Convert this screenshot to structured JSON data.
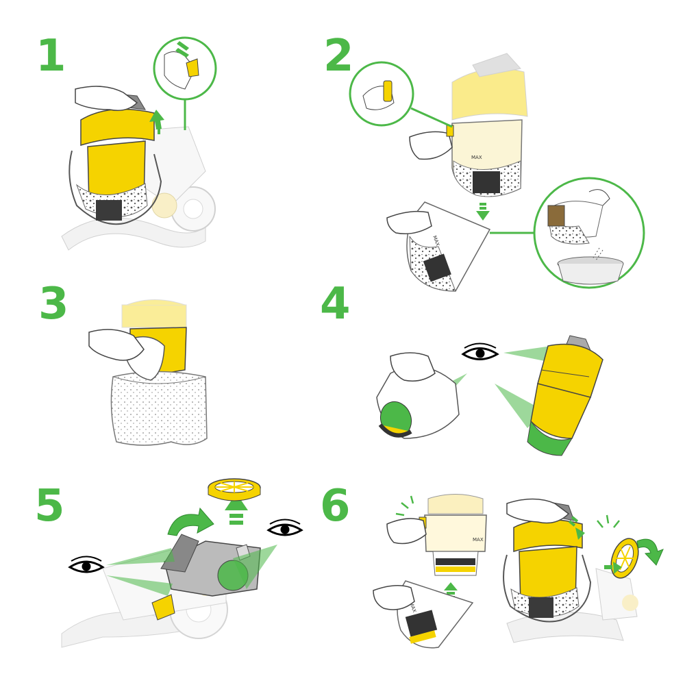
{
  "colors": {
    "accent_green": "#4cb848",
    "machine_yellow": "#f5d300",
    "machine_yellow_dark": "#d9a600",
    "pale_yellow": "#fbf0bf",
    "grey": "#9a9a9a",
    "outline": "#444444",
    "skin": "#ffffff",
    "debris": "#555555"
  },
  "steps": [
    {
      "number": "1",
      "icons": [
        "hand-icon",
        "cyclone-icon",
        "release-button-icon",
        "lift-arrow-icon"
      ]
    },
    {
      "number": "2",
      "icons": [
        "hand-icon",
        "bin-catch-icon",
        "clear-bin-icon",
        "empty-into-trash-icon"
      ]
    },
    {
      "number": "3",
      "icons": [
        "hand-icon",
        "cloth-icon",
        "plastic-bag-icon"
      ]
    },
    {
      "number": "4",
      "icons": [
        "eye-icon",
        "clear-bin-icon",
        "cyclone-icon"
      ]
    },
    {
      "number": "5",
      "icons": [
        "eye-icon",
        "eye-icon",
        "pre-filter-icon",
        "rotate-arrow-icon",
        "up-arrow-icon"
      ]
    },
    {
      "number": "6",
      "icons": [
        "bin-catch-icon",
        "clear-bin-icon",
        "cyclone-icon",
        "pre-filter-icon",
        "rotate-arrow-icon"
      ]
    }
  ]
}
